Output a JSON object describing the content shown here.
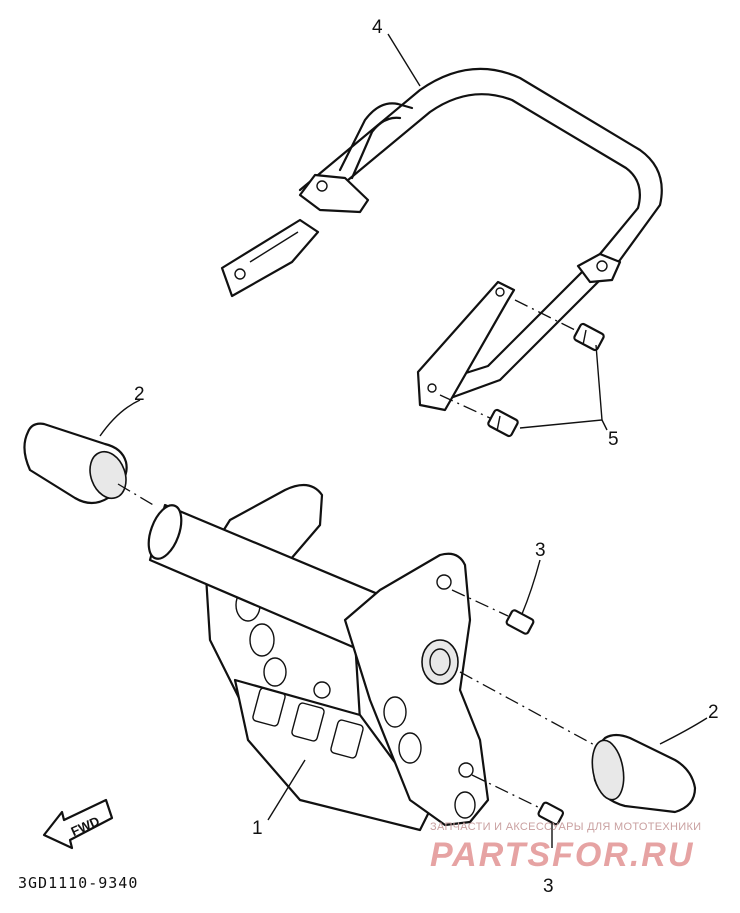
{
  "diagram_code": "3GD1110-9340",
  "fwd_label": "FWD",
  "callouts": {
    "part1": "1",
    "part2_left": "2",
    "part2_right": "2",
    "part3_top": "3",
    "part3_bottom": "3",
    "part4": "4",
    "part5": "5"
  },
  "watermark": {
    "tagline": "ЗАПЧАСТИ И АКСЕССУАРЫ ДЛЯ МОТОТЕХНИКИ",
    "brand": "PARTSFOR.RU",
    "color": "#e6a3a3"
  }
}
